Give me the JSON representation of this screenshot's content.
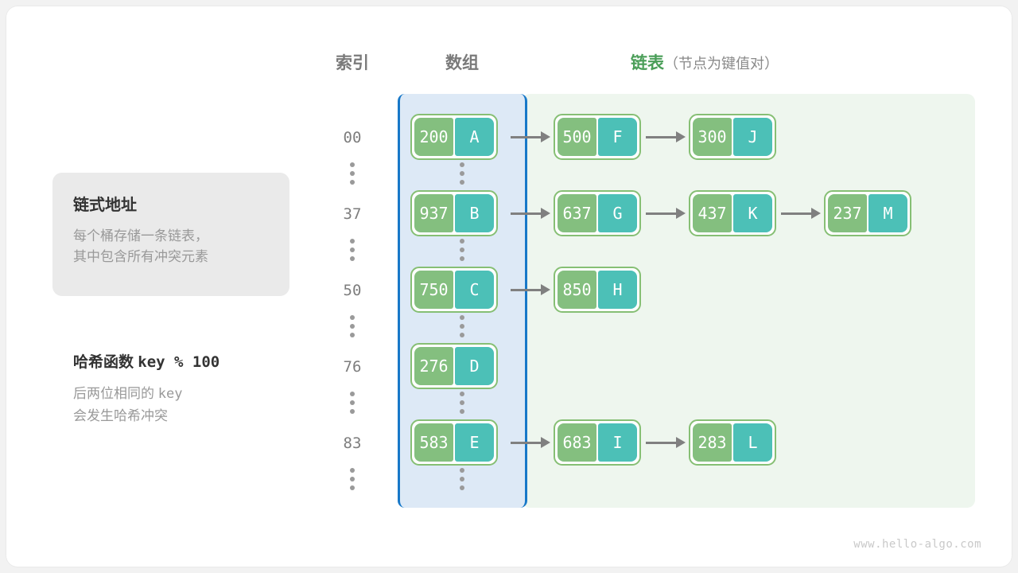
{
  "headers": {
    "index": "索引",
    "array": "数组",
    "list_main": "链表",
    "list_sub": "（节点为键值对）"
  },
  "info_card": {
    "title": "链式地址",
    "line1": "每个桶存储一条链表，",
    "line2": "其中包含所有冲突元素"
  },
  "hash_note": {
    "title_label": "哈希函数",
    "title_code": "key % 100",
    "line1_a": "后两位相同的",
    "line1_code": "key",
    "line2": "会发生哈希冲突"
  },
  "colors": {
    "key_cell": "#84bf7f",
    "value_cell": "#4cc0b7",
    "node_border": "#86bf74",
    "array_panel_bg": "#dde9f6",
    "array_panel_border": "#1878c8",
    "list_panel_bg": "#eef6ee",
    "arrow": "#808080",
    "accent_green_text": "#4a9e58",
    "muted_text": "#999999",
    "info_card_bg": "#eaeaea"
  },
  "ellipsis_glyph": "⋮",
  "rows": [
    {
      "index": "00",
      "bucket": {
        "key": "200",
        "value": "A"
      },
      "chain": [
        {
          "key": "500",
          "value": "F"
        },
        {
          "key": "300",
          "value": "J"
        }
      ]
    },
    {
      "index": "37",
      "bucket": {
        "key": "937",
        "value": "B"
      },
      "chain": [
        {
          "key": "637",
          "value": "G"
        },
        {
          "key": "437",
          "value": "K"
        },
        {
          "key": "237",
          "value": "M"
        }
      ]
    },
    {
      "index": "50",
      "bucket": {
        "key": "750",
        "value": "C"
      },
      "chain": [
        {
          "key": "850",
          "value": "H"
        }
      ]
    },
    {
      "index": "76",
      "bucket": {
        "key": "276",
        "value": "D"
      },
      "chain": []
    },
    {
      "index": "83",
      "bucket": {
        "key": "583",
        "value": "E"
      },
      "chain": [
        {
          "key": "683",
          "value": "I"
        },
        {
          "key": "283",
          "value": "L"
        }
      ]
    }
  ],
  "watermark": "www.hello-algo.com"
}
